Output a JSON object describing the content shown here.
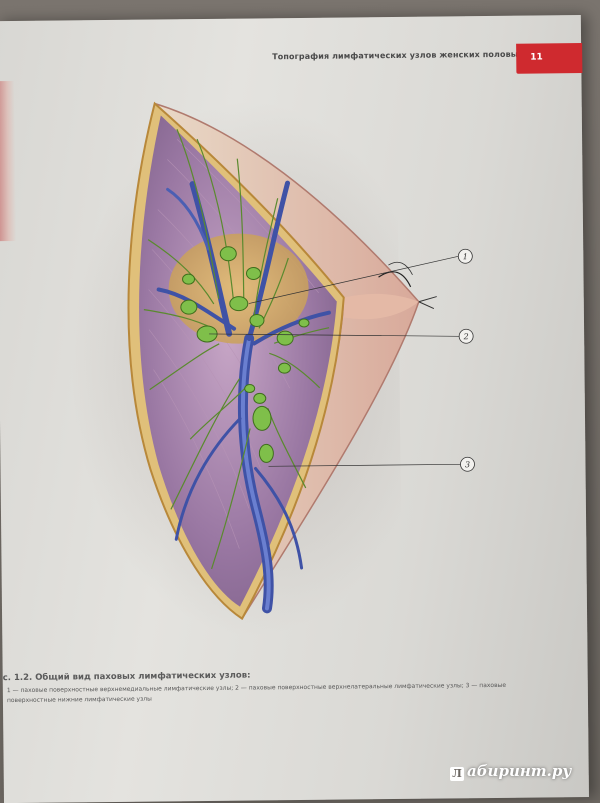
{
  "header": {
    "title": "Топография лимфатических узлов женских половых органов",
    "page_number": "11",
    "accent_color": "#cf2a2f"
  },
  "figure": {
    "callouts": [
      "1",
      "2",
      "3"
    ]
  },
  "caption": {
    "title": "с. 1.2. Общий вид паховых лимфатических узлов:",
    "line1": "1 — паховые поверхностные верхнемедиальные лимфатические узлы; 2 — паховые поверхностные верхнелатеральные лимфатические узлы; 3 — паховые",
    "line2": "поверхностные нижние лимфатические узлы"
  },
  "watermark": {
    "logo_letter": "Л",
    "text": "абиринт.ру"
  }
}
